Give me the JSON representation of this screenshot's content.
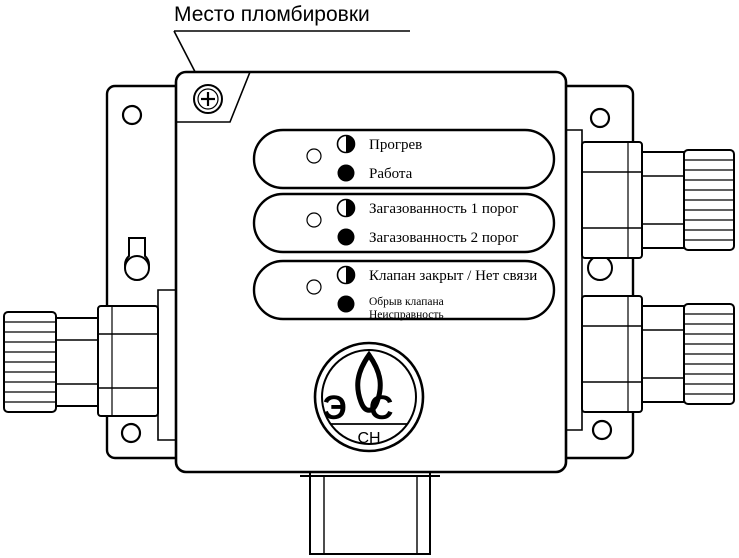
{
  "callout": {
    "label": "Место пломбировки"
  },
  "indicator_groups": [
    {
      "rows": [
        {
          "label": "Прогрев",
          "led": "half"
        },
        {
          "label": "Работа",
          "led": "filled"
        }
      ]
    },
    {
      "rows": [
        {
          "label": "Загазованность 1 порог",
          "led": "half"
        },
        {
          "label": "Загазованность 2 порог",
          "led": "filled"
        }
      ]
    },
    {
      "rows": [
        {
          "label": "Клапан закрыт / Нет связи",
          "led": "half"
        },
        {
          "label": "Обрыв клапана",
          "led": "filled",
          "sublabel": "Неисправность"
        }
      ]
    }
  ],
  "logo": {
    "letters": "ЭС",
    "model": "СН"
  },
  "colors": {
    "line": "#000000",
    "background": "#ffffff",
    "led_filled": "#000000"
  },
  "icons": [
    "seal-screw-icon",
    "half-led-icon",
    "filled-led-icon",
    "status-led-icon",
    "flame-logo-icon"
  ]
}
